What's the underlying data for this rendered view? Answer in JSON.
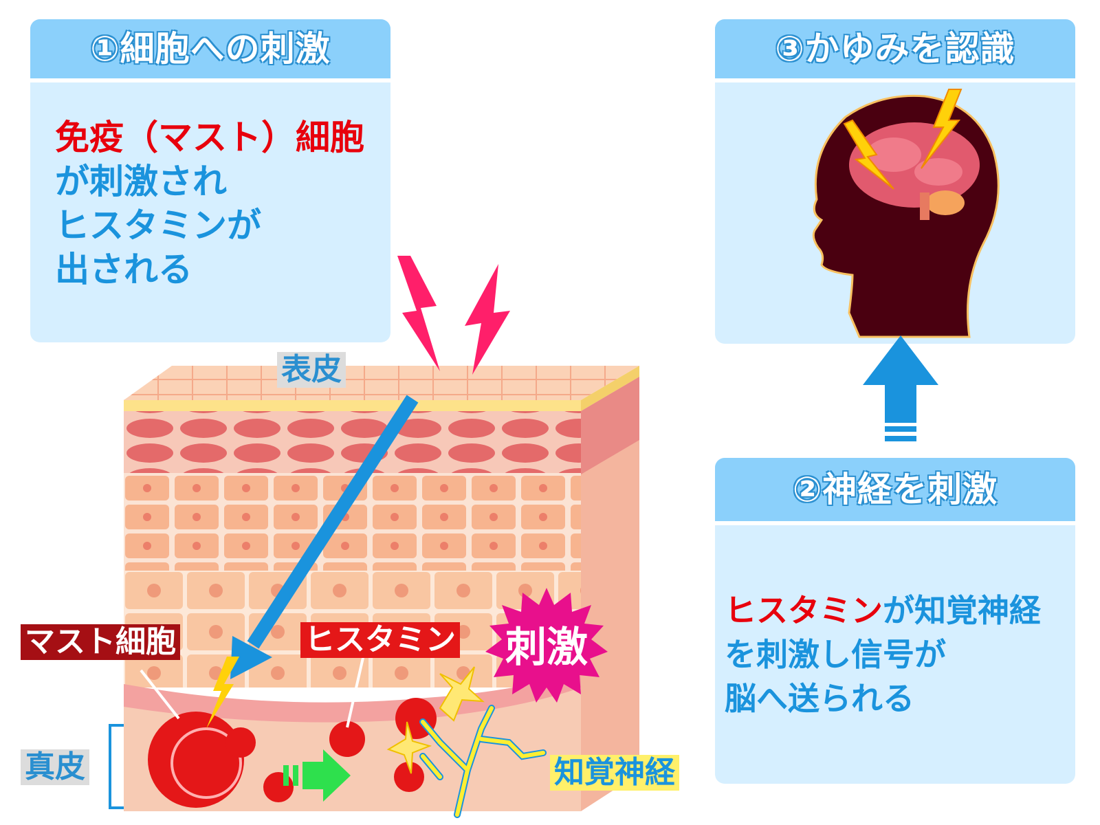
{
  "panel1": {
    "title": "①細胞への刺激",
    "highlight": "免疫（マスト）細胞",
    "lines": [
      "が刺激され",
      "ヒスタミンが",
      "出される"
    ]
  },
  "panel2": {
    "title": "②神経を刺激",
    "highlight": "ヒスタミン",
    "line1_rest": "が知覚神経",
    "lines": [
      "を刺激し信号が",
      "脳へ送られる"
    ]
  },
  "panel3": {
    "title": "③かゆみを認識"
  },
  "labels": {
    "epidermis": "表皮",
    "dermis": "真皮",
    "mast_cell": "マスト細胞",
    "histamine": "ヒスタミン",
    "stimulus": "刺激",
    "sensory_nerve": "知覚神経"
  },
  "colors": {
    "panel_bg": "#d6efff",
    "panel_head": "#8bd0fb",
    "text_blue": "#1a93dd",
    "text_red": "#e8000c",
    "arrow_blue": "#1a93dd",
    "stimulus_magenta": "#e8108c"
  }
}
